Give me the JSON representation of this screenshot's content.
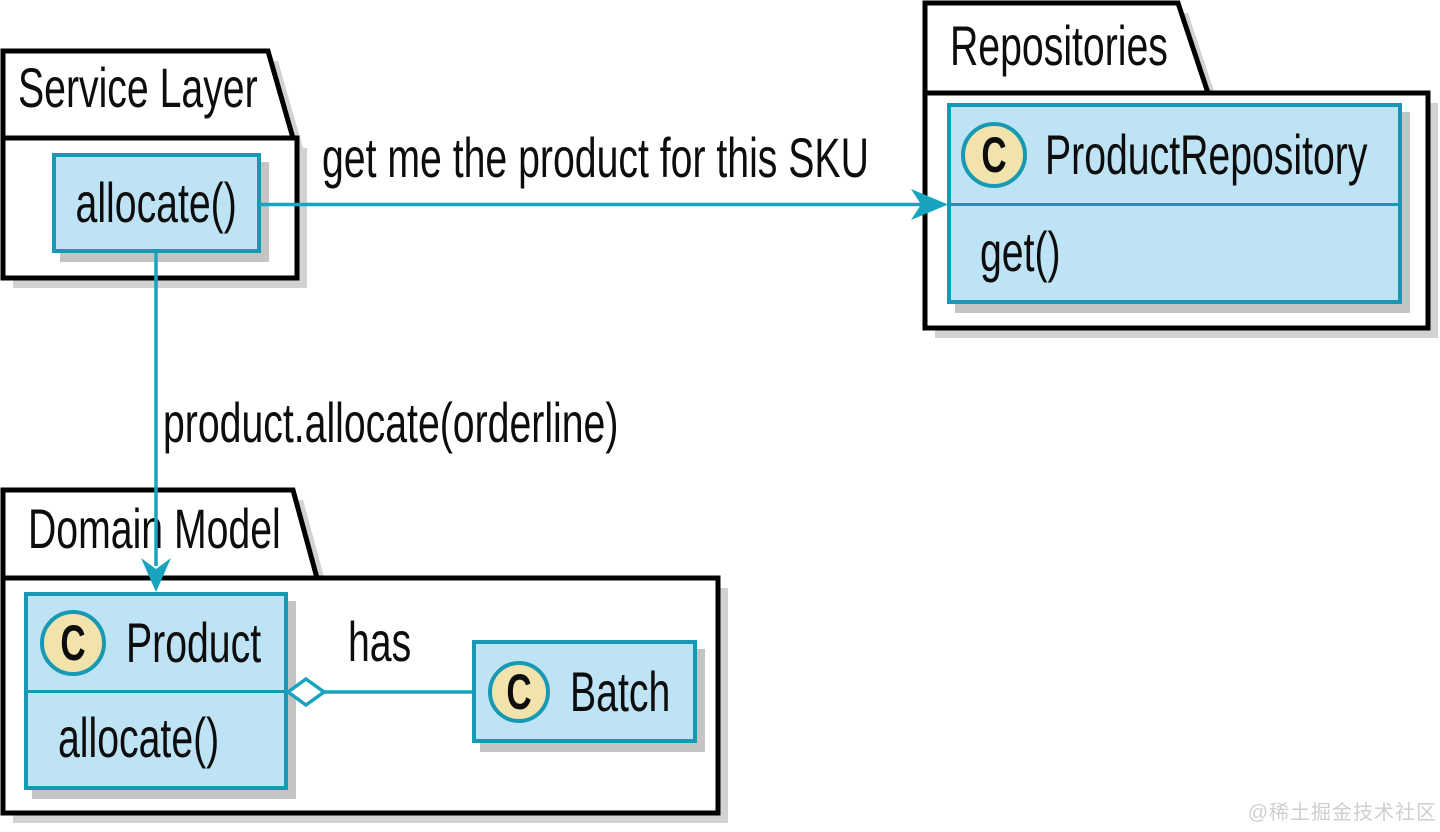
{
  "diagram": {
    "type": "uml-package-class-diagram",
    "background": "#ffffff"
  },
  "colors": {
    "accent_teal": "#18a3be",
    "class_border_teal": "#1899b3",
    "class_fill_blue": "#bde3f5",
    "stereotype_circle_fill": "#f2e3ac",
    "package_border": "#000000",
    "shadow_gray": "#949494",
    "text": "#0d0d0d",
    "watermark_gray": "#cfcfcf"
  },
  "packages": [
    {
      "id": "service_layer",
      "title": "Service Layer"
    },
    {
      "id": "repositories",
      "title": "Repositories"
    },
    {
      "id": "domain_model",
      "title": "Domain Model"
    }
  ],
  "classes": {
    "service_allocate": {
      "label": "allocate()"
    },
    "product_repository": {
      "stereotype": "C",
      "name": "ProductRepository",
      "methods": [
        "get()"
      ]
    },
    "product": {
      "stereotype": "C",
      "name": "Product",
      "methods": [
        "allocate()"
      ]
    },
    "batch": {
      "stereotype": "C",
      "name": "Batch"
    }
  },
  "connectors": {
    "get_message": {
      "label": "get me the product for this SKU",
      "from": "service_allocate",
      "to": "product_repository",
      "style": "filled-arrow"
    },
    "allocate_call": {
      "label": "product.allocate(orderline)",
      "from": "service_allocate",
      "to": "product",
      "style": "filled-arrow"
    },
    "has_relation": {
      "label": "has",
      "from": "product",
      "to": "batch",
      "style": "aggregation-diamond"
    }
  },
  "watermark": "@稀土掘金技术社区"
}
